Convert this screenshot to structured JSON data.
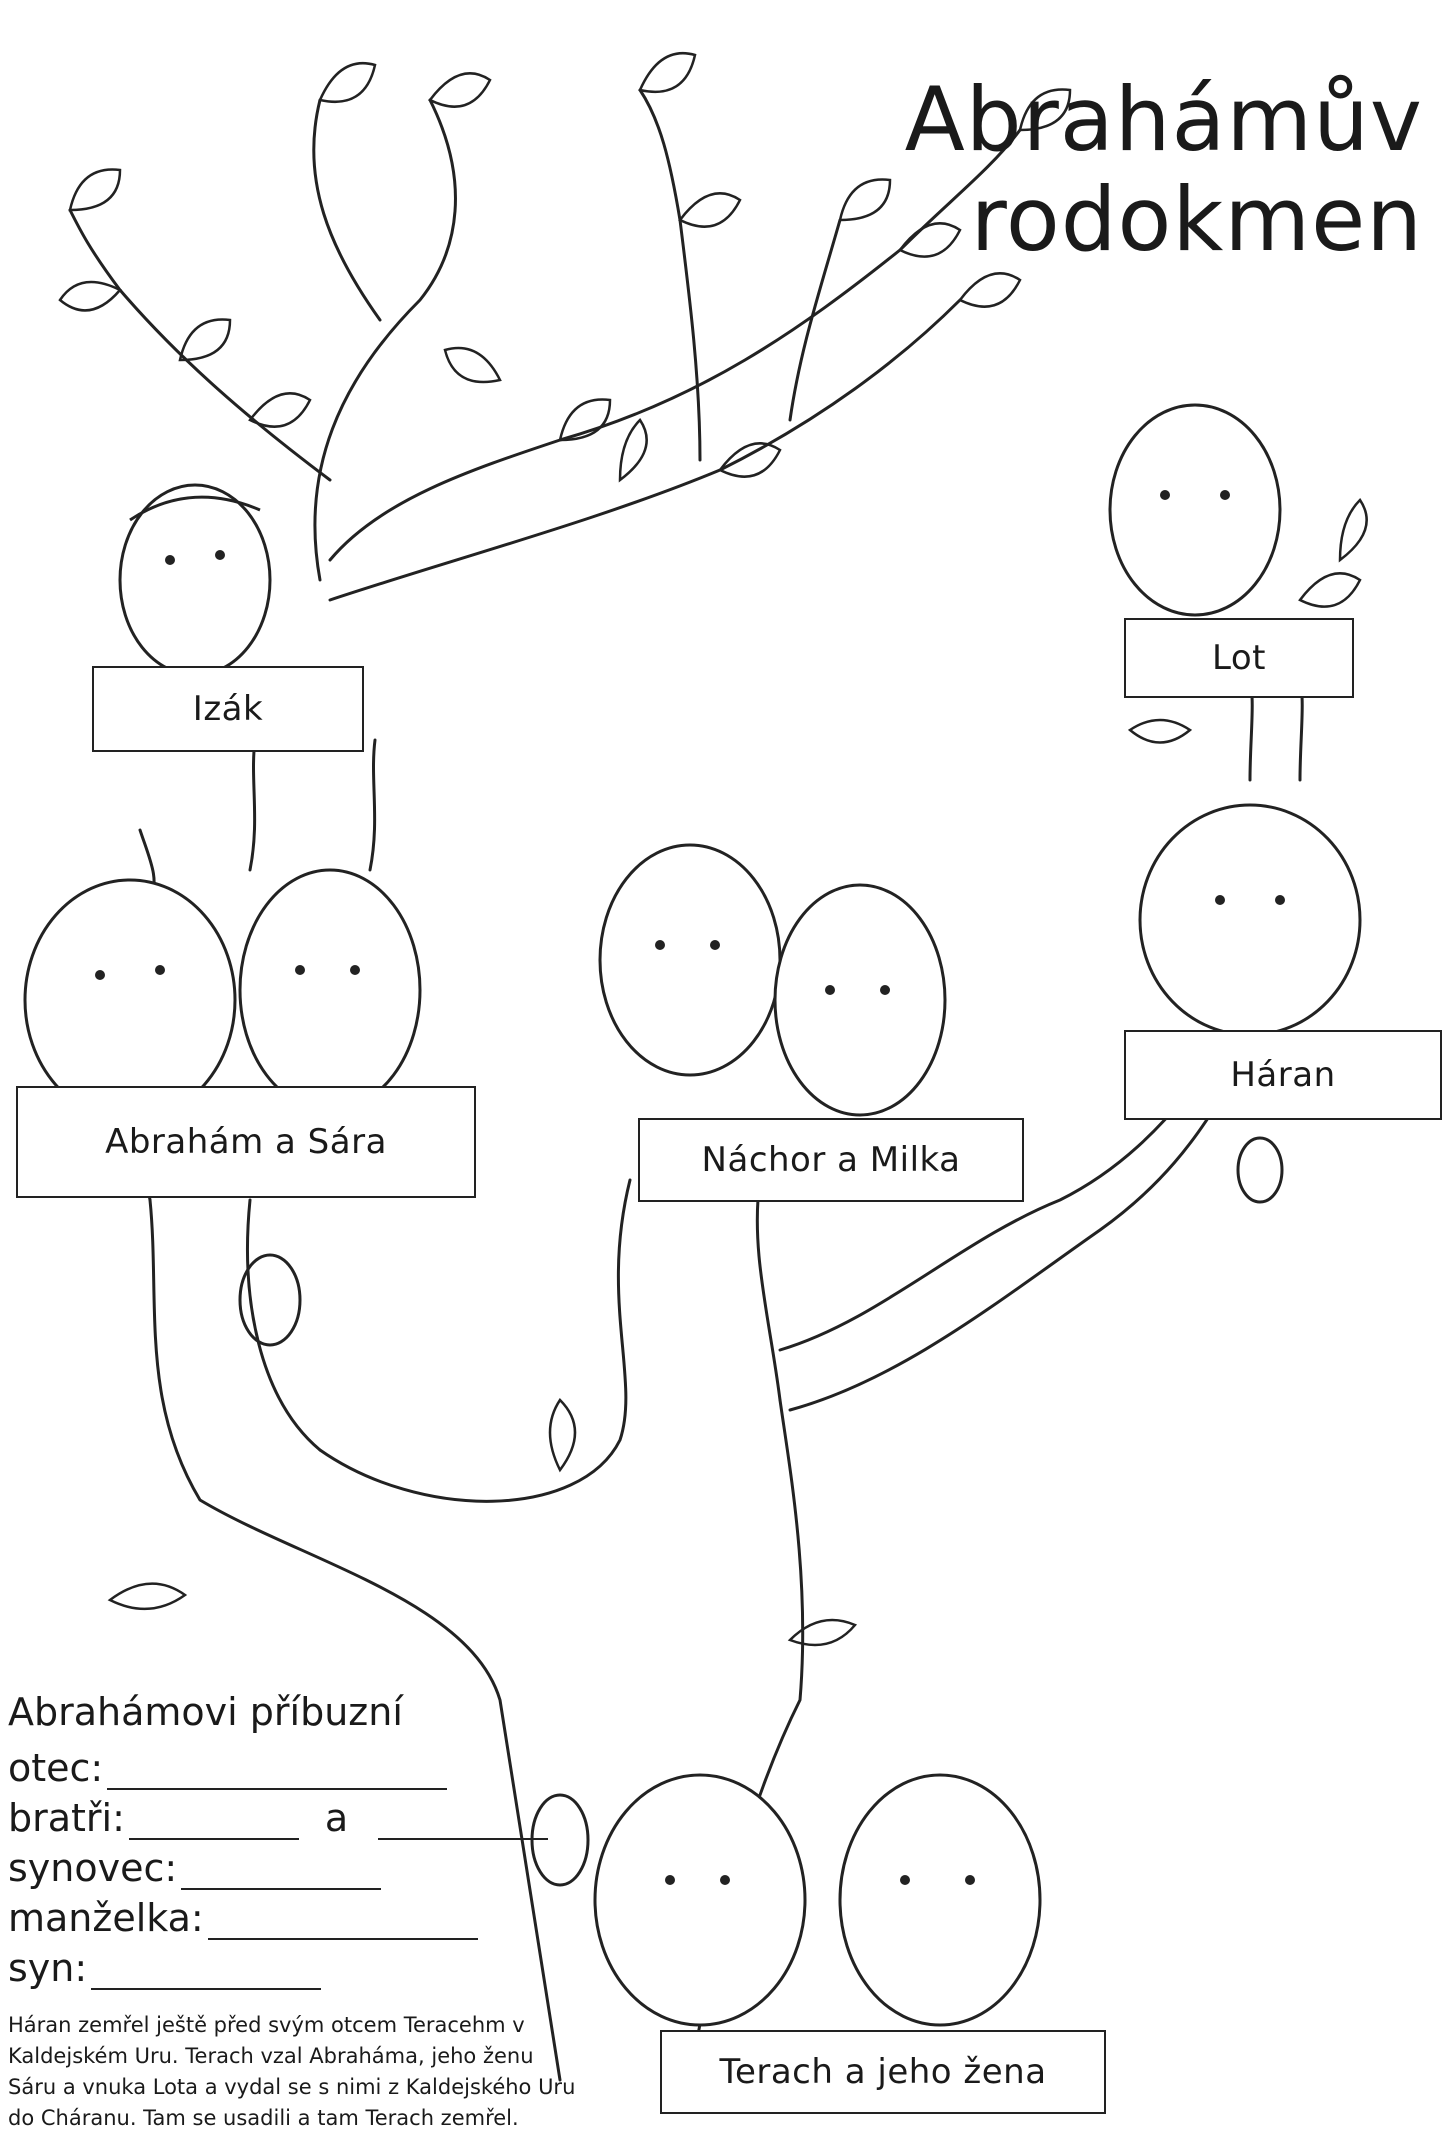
{
  "title": {
    "line1": "Abrahámův",
    "line2": "rodokmen"
  },
  "labels": {
    "izak": "Izák",
    "lot": "Lot",
    "abraham_sara": "Abrahám a Sára",
    "nachor_milka": "Náchor a Milka",
    "haran": "Háran",
    "terach": "Terach a jeho žena"
  },
  "worksheet": {
    "heading": "Abrahámovi příbuzní",
    "father": "otec:",
    "brothers": "bratři:",
    "brothers_and": "a",
    "nephew": "synovec:",
    "wife": "manželka:",
    "son": "syn:"
  },
  "note": "Háran zemřel ještě před svým otcem Teracehm v Kaldejském Uru. Terach vzal Abraháma, jeho ženu Sáru a vnuka Lota a vydal se s nimi z Kaldejského Uru do Cháranu. Tam se usadili a tam Terach zemřel."
}
